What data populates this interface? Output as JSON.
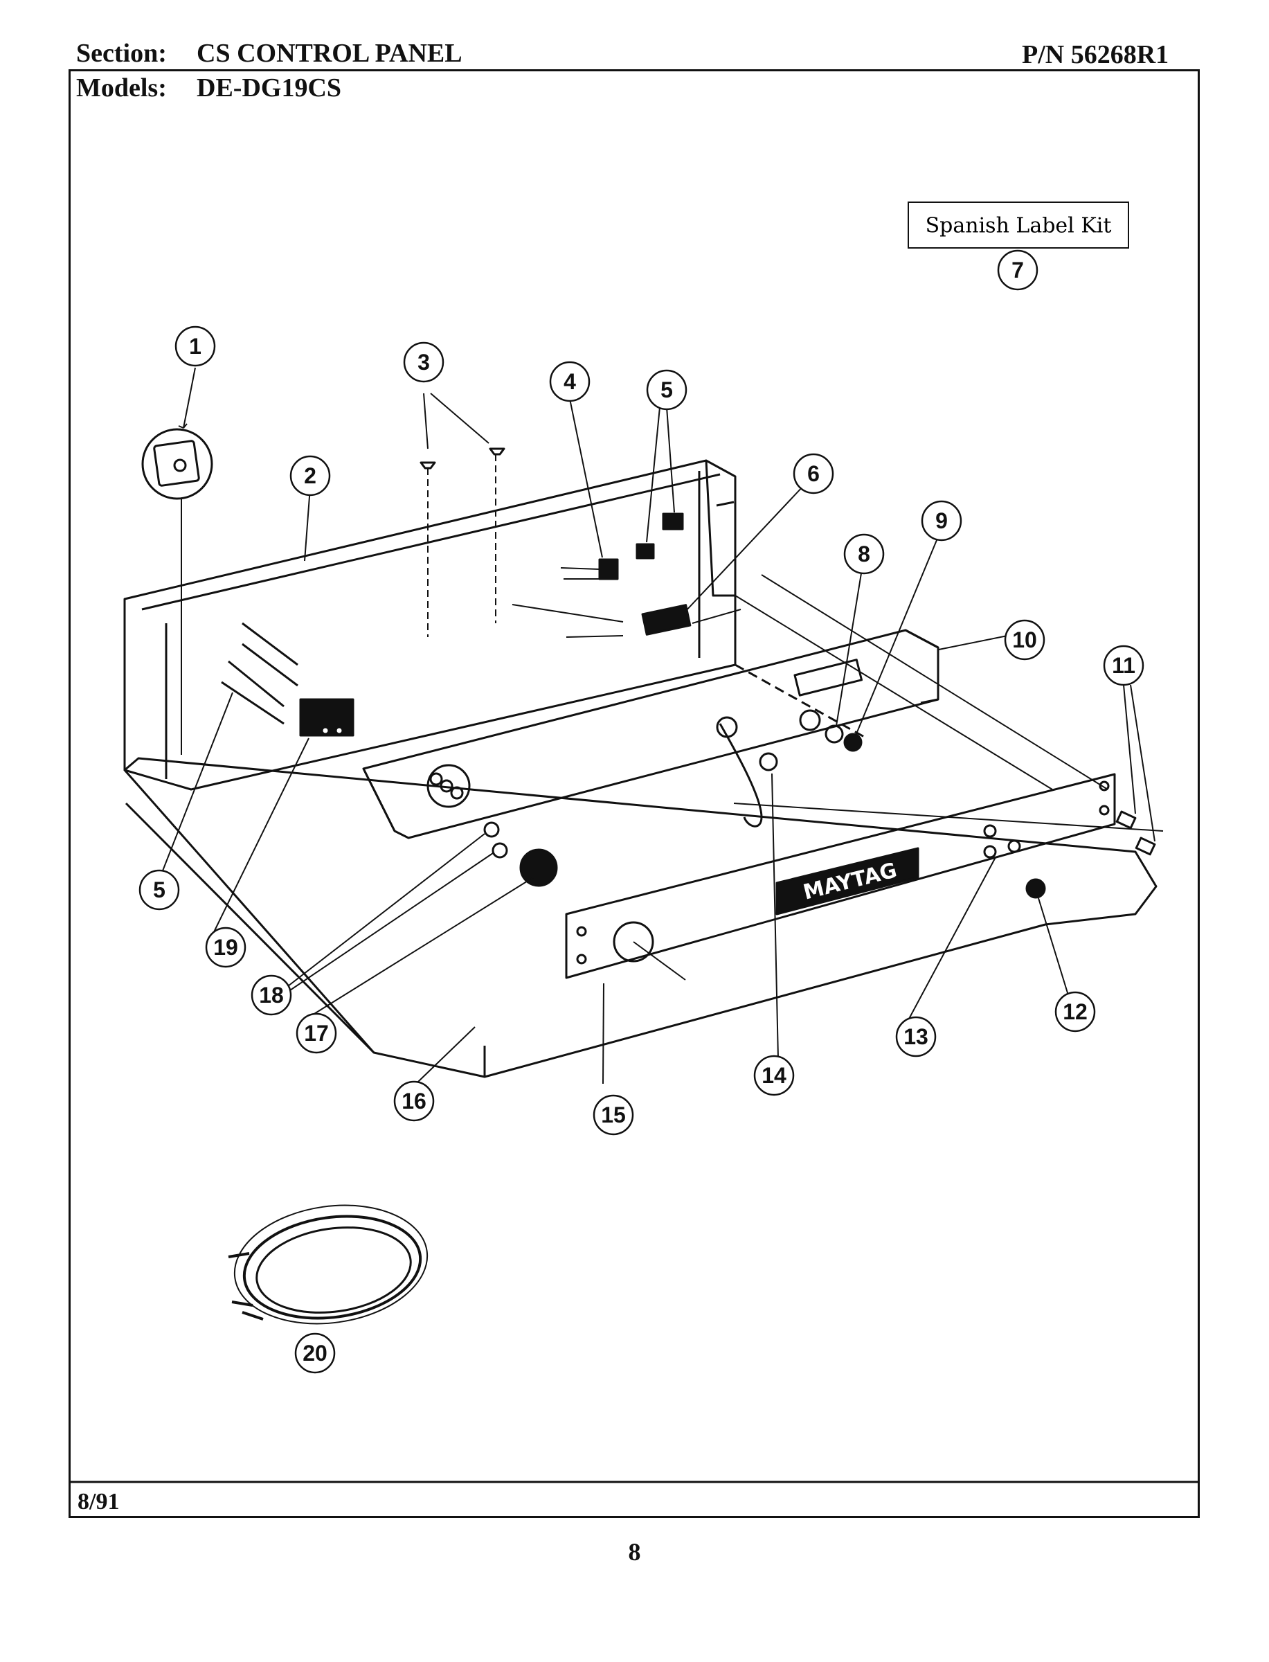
{
  "header": {
    "section_label": "Section:",
    "section_value": "CS CONTROL PANEL",
    "models_label": "Models:",
    "models_value": "DE-DG19CS",
    "part_number": "P/N 56268R1"
  },
  "kit_box": {
    "label": "Spanish Label Kit",
    "callout": "7"
  },
  "brand_plate": "MAYTAG",
  "callouts": {
    "c1": "1",
    "c2": "2",
    "c3": "3",
    "c4": "4",
    "c5a": "5",
    "c5b": "5",
    "c6": "6",
    "c8": "8",
    "c9": "9",
    "c10": "10",
    "c11": "11",
    "c12": "12",
    "c13": "13",
    "c14": "14",
    "c15": "15",
    "c16": "16",
    "c17": "17",
    "c18": "18",
    "c19": "19",
    "c20": "20"
  },
  "footer": {
    "date": "8/91",
    "page": "8"
  }
}
